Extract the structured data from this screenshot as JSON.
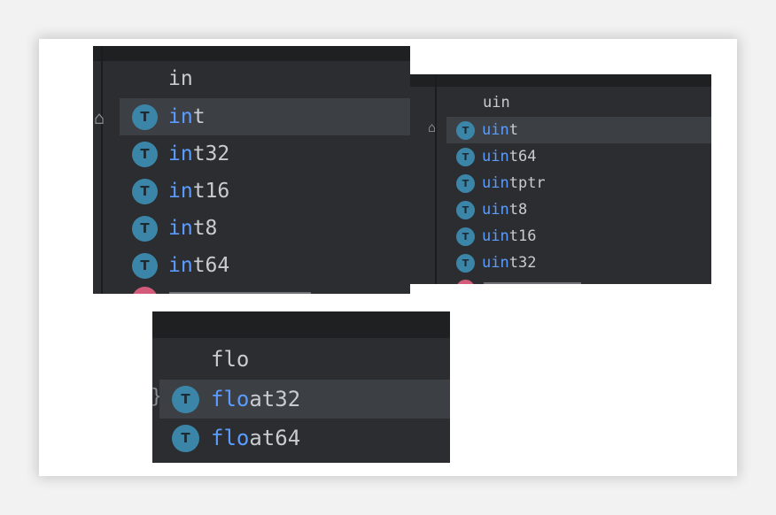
{
  "panels": [
    {
      "query": "in",
      "items": [
        {
          "icon": "type-icon",
          "badge": "T",
          "match": "in",
          "rest": "t"
        },
        {
          "icon": "type-icon",
          "badge": "T",
          "match": "in",
          "rest": "t32"
        },
        {
          "icon": "type-icon",
          "badge": "T",
          "match": "in",
          "rest": "t16"
        },
        {
          "icon": "type-icon",
          "badge": "T",
          "match": "in",
          "rest": "t8"
        },
        {
          "icon": "type-icon",
          "badge": "T",
          "match": "in",
          "rest": "t64"
        }
      ]
    },
    {
      "query": "uin",
      "items": [
        {
          "icon": "type-icon",
          "badge": "T",
          "match": "uin",
          "rest": "t"
        },
        {
          "icon": "type-icon",
          "badge": "T",
          "match": "uin",
          "rest": "t64"
        },
        {
          "icon": "type-icon",
          "badge": "T",
          "match": "uin",
          "rest": "tptr"
        },
        {
          "icon": "type-icon",
          "badge": "T",
          "match": "uin",
          "rest": "t8"
        },
        {
          "icon": "type-icon",
          "badge": "T",
          "match": "uin",
          "rest": "t16"
        },
        {
          "icon": "type-icon",
          "badge": "T",
          "match": "uin",
          "rest": "t32"
        }
      ]
    },
    {
      "query": "flo",
      "items": [
        {
          "icon": "type-icon",
          "badge": "T",
          "match": "flo",
          "rest": "at32"
        },
        {
          "icon": "type-icon",
          "badge": "T",
          "match": "flo",
          "rest": "at64"
        }
      ]
    }
  ],
  "colors": {
    "panel_bg": "#2b2d30",
    "selected_row": "#3c3f44",
    "match_text": "#5a9cff",
    "type_icon": "#3b86a8",
    "partial_icon": "#d35b7a"
  }
}
